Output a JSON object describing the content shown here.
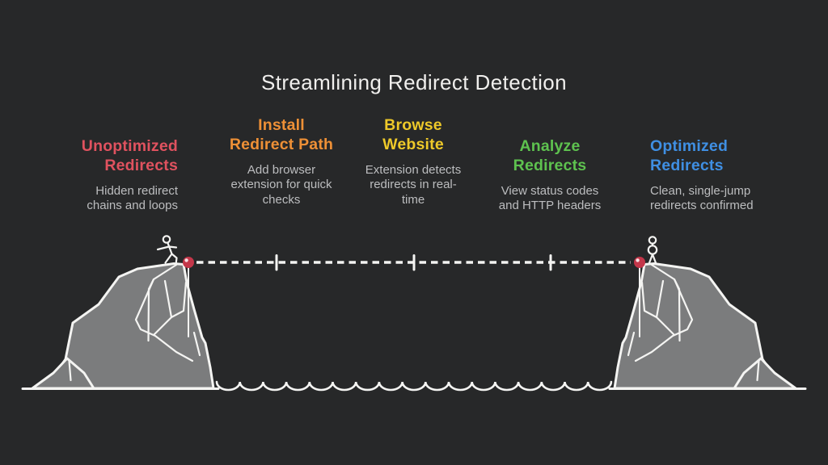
{
  "background_color": "#272829",
  "title": "Streamlining Redirect Detection",
  "steps": [
    {
      "heading_lines": [
        "Unoptimized",
        "Redirects"
      ],
      "body_lines": [
        "Hidden redirect",
        "chains and loops"
      ],
      "color": "#e0525f"
    },
    {
      "heading_lines": [
        "Install",
        "Redirect Path"
      ],
      "body_lines": [
        "Add browser",
        "extension for quick",
        "checks"
      ],
      "color": "#ee9036"
    },
    {
      "heading_lines": [
        "Browse",
        "Website"
      ],
      "body_lines": [
        "Extension detects",
        "redirects in real-",
        "time"
      ],
      "color": "#eec929"
    },
    {
      "heading_lines": [
        "Analyze",
        "Redirects"
      ],
      "body_lines": [
        "View status codes",
        "and HTTP headers"
      ],
      "color": "#5ec24f"
    },
    {
      "heading_lines": [
        "Optimized",
        "Redirects"
      ],
      "body_lines": [
        "Clean, single-jump",
        "redirects confirmed"
      ],
      "color": "#3f8fe3"
    }
  ],
  "illustration": {
    "mountain_fill": "#7b7c7d",
    "line_color": "#f4f4f2",
    "anchor_dot_color": "#c4374a"
  }
}
